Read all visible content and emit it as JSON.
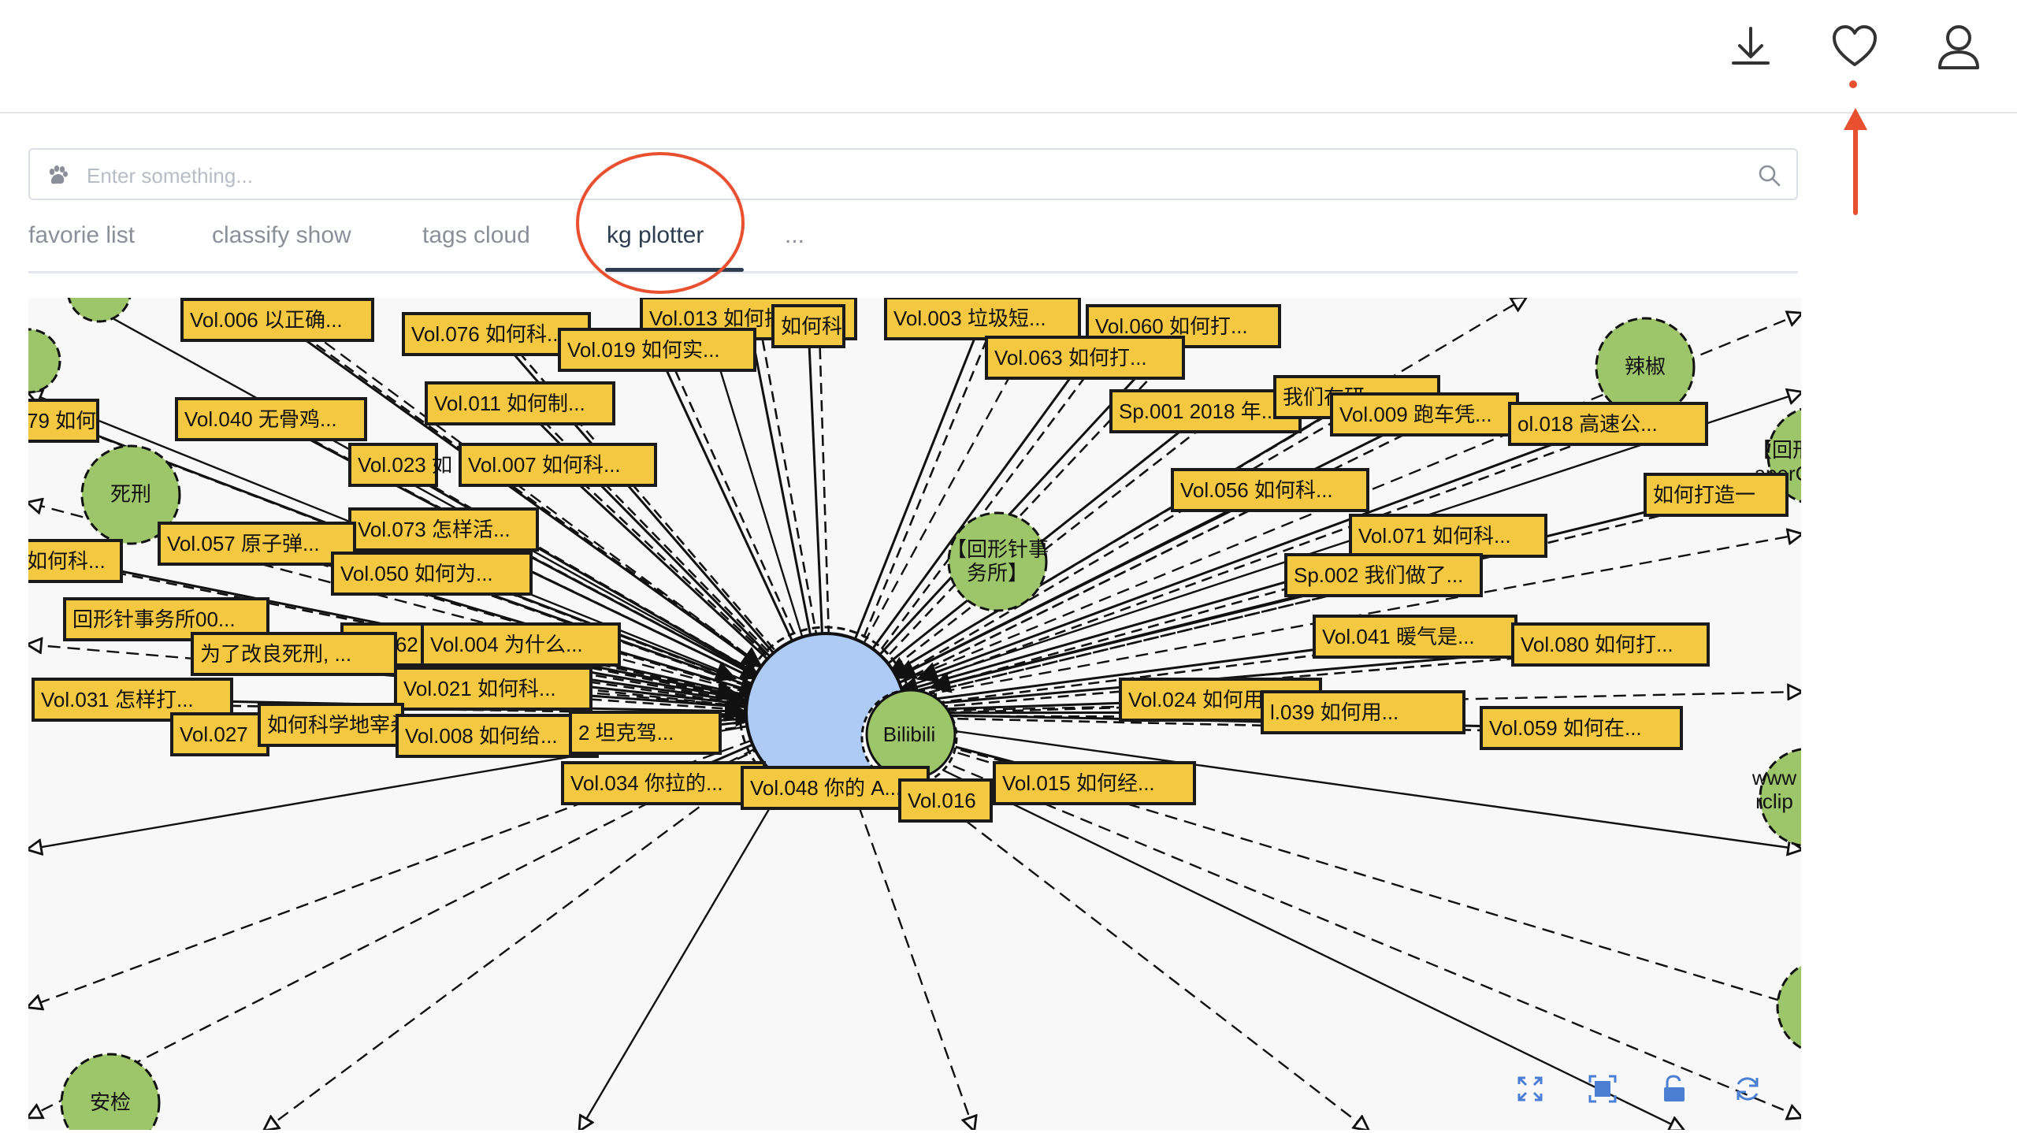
{
  "header": {
    "icons": [
      "download-icon",
      "heart-icon",
      "user-icon"
    ]
  },
  "search": {
    "placeholder": "Enter something...",
    "value": ""
  },
  "tabs": [
    {
      "label": "favorie list",
      "active": false
    },
    {
      "label": "classify show",
      "active": false
    },
    {
      "label": "tags cloud",
      "active": false
    },
    {
      "label": "kg plotter",
      "active": true
    },
    {
      "label": "...",
      "active": false
    }
  ],
  "graph": {
    "center_label": "Bilibili",
    "colors": {
      "center_node": "#aecbf5",
      "tag_node": "#9dc56a",
      "item_label": "#f5c842",
      "background": "#f8f8f8",
      "annotation": "#e8502f"
    },
    "tag_nodes": [
      "死刑",
      "辣椒",
      "【回形针事务所】",
      "安检",
      "【回形 aperC",
      "www rclip"
    ],
    "items": [
      "Vol.006 以正确...",
      "Vol.076 如何科...",
      "Vol.013 如何拯...",
      "如何科",
      "Vol.003 垃圾短...",
      "Vol.060 如何打...",
      "Vol.019 如何实...",
      "Vol.063 如何打...",
      "79 如何",
      "Vol.040 无骨鸡...",
      "Vol.011 如何制...",
      "Sp.001 2018 年...",
      "我们在研",
      "Vol.009 跑车凭...",
      "ol.018 高速公...",
      "Vol.023 如",
      "Vol.007 如何科...",
      "Vol.056 如何科...",
      "Vol.073 怎样活...",
      "Vol.057 原子弹...",
      "如何科...",
      "Vol.071 如何科...",
      "Sp.002 我们做了...",
      "Vol.050 如何为...",
      "如何打造一",
      "回形针事务所00...",
      "Vol.062 你了解",
      "Vol.004 为什么...",
      "为了改良死刑, ...",
      "Vol.041 暖气是...",
      "Vol.080 如何打...",
      "Vol.021 如何科...",
      "Vol.031 怎样打...",
      "Vol.024 如何用...",
      "l.039 如何用...",
      "Vol.027",
      "如何科学地宰杀",
      "Vol.008 如何给...",
      "2 坦克驾...",
      "Vol.059 如何在...",
      "Vol.034 你拉的...",
      "Vol.048 你的 A...",
      "Vol.016",
      "Vol.015 如何经..."
    ],
    "controls": [
      "fullscreen-icon",
      "fit-view-icon",
      "unlock-icon",
      "refresh-icon"
    ]
  }
}
